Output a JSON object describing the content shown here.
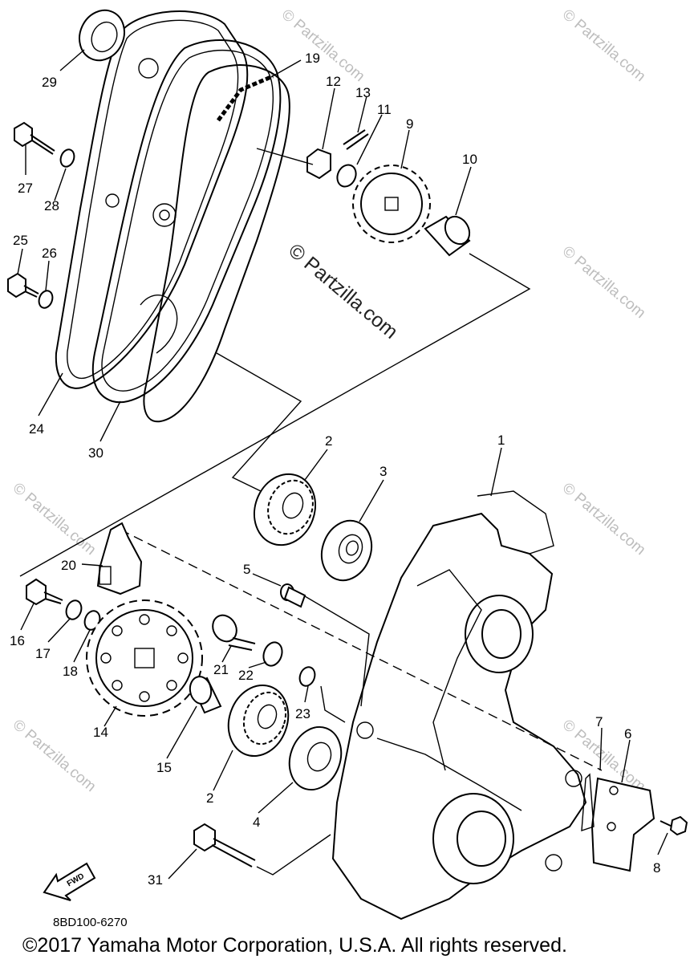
{
  "diagram": {
    "callouts": [
      {
        "id": "c1",
        "text": "1"
      },
      {
        "id": "c2a",
        "text": "2"
      },
      {
        "id": "c2b",
        "text": "2"
      },
      {
        "id": "c3",
        "text": "3"
      },
      {
        "id": "c4",
        "text": "4"
      },
      {
        "id": "c5",
        "text": "5"
      },
      {
        "id": "c6",
        "text": "6"
      },
      {
        "id": "c7",
        "text": "7"
      },
      {
        "id": "c8",
        "text": "8"
      },
      {
        "id": "c9",
        "text": "9"
      },
      {
        "id": "c10",
        "text": "10"
      },
      {
        "id": "c11",
        "text": "11"
      },
      {
        "id": "c12",
        "text": "12"
      },
      {
        "id": "c13",
        "text": "13"
      },
      {
        "id": "c14",
        "text": "14"
      },
      {
        "id": "c15",
        "text": "15"
      },
      {
        "id": "c16",
        "text": "16"
      },
      {
        "id": "c17",
        "text": "17"
      },
      {
        "id": "c18",
        "text": "18"
      },
      {
        "id": "c19",
        "text": "19"
      },
      {
        "id": "c20",
        "text": "20"
      },
      {
        "id": "c21",
        "text": "21"
      },
      {
        "id": "c22",
        "text": "22"
      },
      {
        "id": "c23",
        "text": "23"
      },
      {
        "id": "c24",
        "text": "24"
      },
      {
        "id": "c25",
        "text": "25"
      },
      {
        "id": "c26",
        "text": "26"
      },
      {
        "id": "c27",
        "text": "27"
      },
      {
        "id": "c28",
        "text": "28"
      },
      {
        "id": "c29",
        "text": "29"
      },
      {
        "id": "c30",
        "text": "30"
      },
      {
        "id": "c31",
        "text": "31"
      }
    ],
    "fwd_label": "FWD",
    "watermark_center": "© Partzilla.com",
    "watermark_small": "© Partzilla.com"
  },
  "footer": {
    "diagram_code": "8BD100-6270",
    "copyright": "©2017  Yamaha Motor Corporation, U.S.A. All rights reserved."
  }
}
